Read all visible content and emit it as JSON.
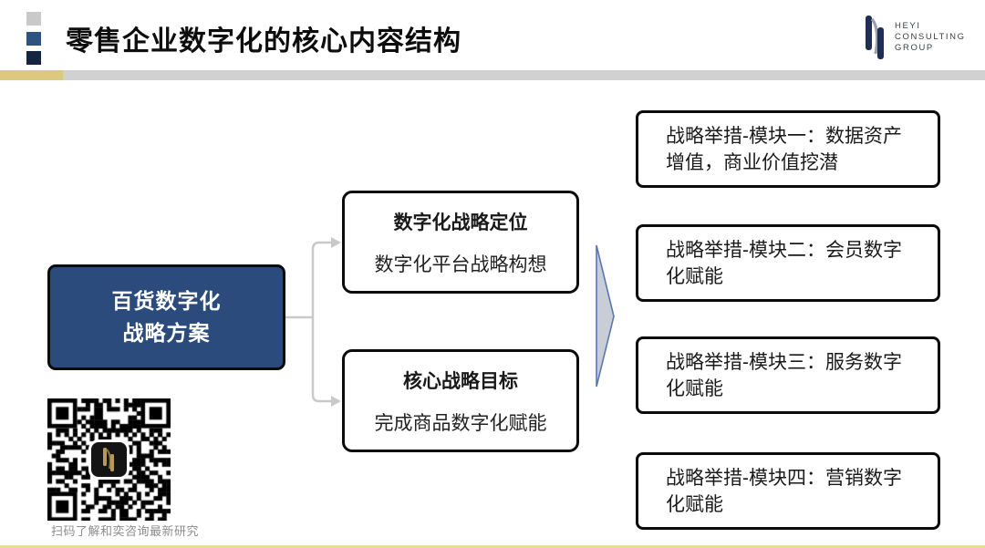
{
  "header": {
    "title": "零售企业数字化的核心内容结构",
    "logo": {
      "line1": "HEYI",
      "line2": "CONSULTING",
      "line3": "GROUP"
    }
  },
  "diagram": {
    "root": {
      "line1": "百货数字化",
      "line2": "战略方案"
    },
    "middle": [
      {
        "title": "数字化战略定位",
        "desc": "数字化平台战略构想"
      },
      {
        "title": "核心战略目标",
        "desc": "完成商品数字化赋能"
      }
    ],
    "modules": [
      "战略举措-模块一：数据资产增值，商业价值挖潜",
      "战略举措-模块二：会员数字化赋能",
      "战略举措-模块三：服务数字化赋能",
      "战略举措-模块四：营销数字化赋能"
    ]
  },
  "qr": {
    "caption": "扫码了解和奕咨询最新研究"
  },
  "colors": {
    "accent_gold": "#DCC97E",
    "header_gray": "#D1D1D1",
    "navy_dark": "#152440",
    "navy_mid": "#2E5381",
    "root_box_blue": "#2A4B7C",
    "connector_gray": "#C9C9C9",
    "arrow_fill": "#C9CED6",
    "arrow_stroke": "#5A78B0",
    "logo_navy": "#1E2E55",
    "qr_gold": "#B9995A"
  }
}
